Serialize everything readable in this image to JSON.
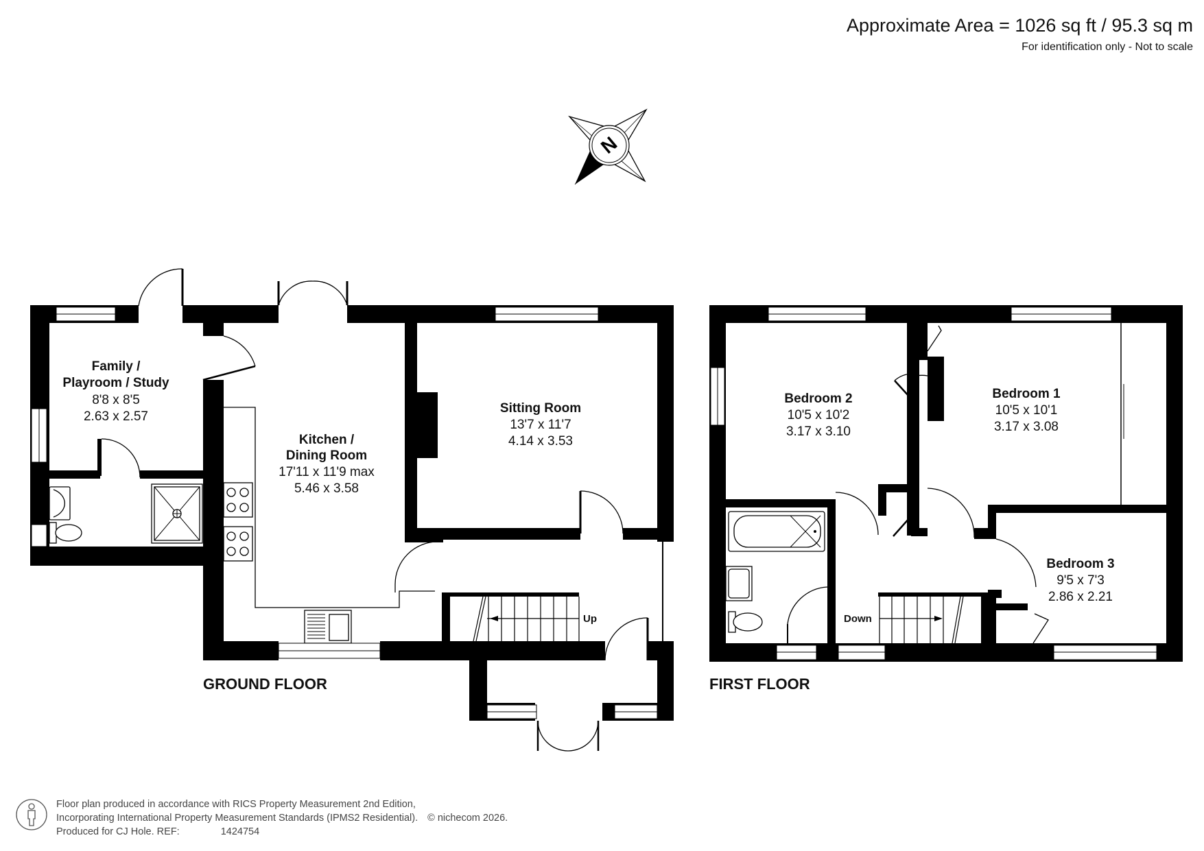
{
  "header": {
    "area_title": "Approximate Area = 1026 sq ft / 95.3 sq m",
    "disclaimer": "For identification only - Not to scale"
  },
  "compass": {
    "icon": "north-compass-icon",
    "letter": "N"
  },
  "ground_floor": {
    "label": "GROUND FLOOR",
    "stairs_label": "Up",
    "rooms": [
      {
        "name_line1": "Family /",
        "name_line2": "Playroom / Study",
        "imperial": "8'8 x 8'5",
        "metric": "2.63 x 2.57"
      },
      {
        "name_line1": "Kitchen /",
        "name_line2": "Dining  Room",
        "imperial": "17'11 x 11'9 max",
        "metric": "5.46 x 3.58"
      },
      {
        "name_line1": "Sitting Room",
        "imperial": "13'7 x 11'7",
        "metric": "4.14 x 3.53"
      }
    ]
  },
  "first_floor": {
    "label": "FIRST FLOOR",
    "stairs_label": "Down",
    "rooms": [
      {
        "name": "Bedroom 2",
        "imperial": "10'5 x 10'2",
        "metric": "3.17 x 3.10"
      },
      {
        "name": "Bedroom 1",
        "imperial": "10'5 x 10'1",
        "metric": "3.17 x 3.08"
      },
      {
        "name": "Bedroom 3",
        "imperial": "9'5 x 7'3",
        "metric": "2.86 x 2.21"
      }
    ]
  },
  "footer": {
    "line1": "Floor plan produced in accordance with RICS Property Measurement 2nd Edition,",
    "line2": "Incorporating International Property Measurement Standards (IPMS2 Residential).",
    "copyright": "© nichecom 2026.",
    "line3_prefix": "Produced for CJ Hole.   REF:",
    "ref": "1424754"
  }
}
